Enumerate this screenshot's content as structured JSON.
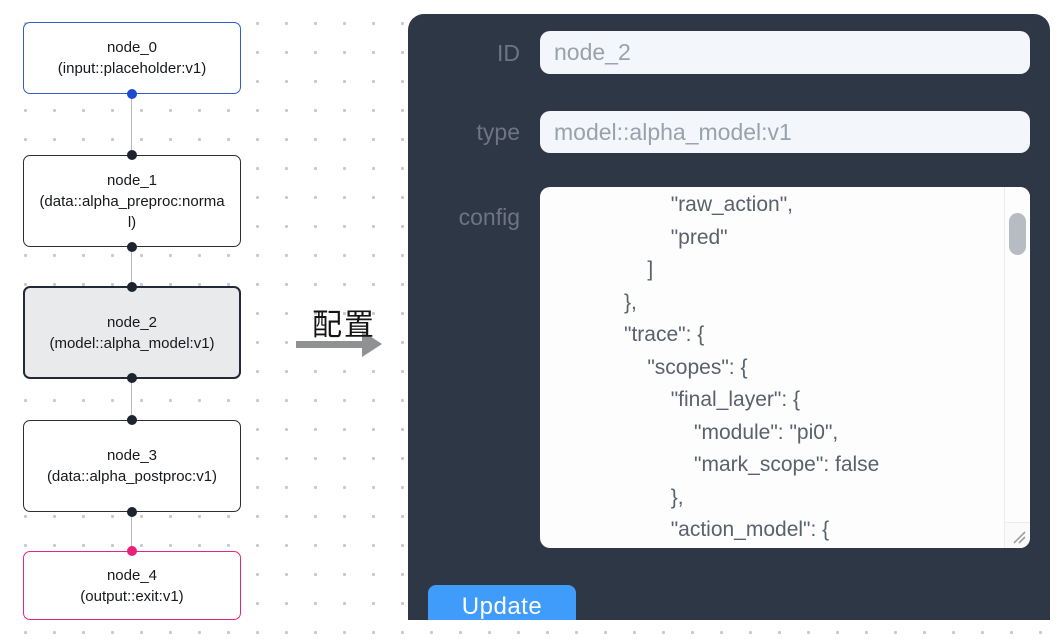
{
  "flow": {
    "nodes": [
      {
        "title": "node_0",
        "subtitle": "(input::placeholder:v1)"
      },
      {
        "title": "node_1",
        "subtitle": "(data::alpha_preproc:normal)"
      },
      {
        "title": "node_2",
        "subtitle": "(model::alpha_model:v1)"
      },
      {
        "title": "node_3",
        "subtitle": "(data::alpha_postproc:v1)"
      },
      {
        "title": "node_4",
        "subtitle": "(output::exit:v1)"
      }
    ]
  },
  "annotation": {
    "label": "配置"
  },
  "panel": {
    "id_label": "ID",
    "id_value": "node_2",
    "type_label": "type",
    "type_value": "model::alpha_model:v1",
    "config_label": "config",
    "config_value": "                    \"raw_action\",\n                    \"pred\"\n                ]\n            },\n            \"trace\": {\n                \"scopes\": {\n                    \"final_layer\": {\n                        \"module\": \"pi0\",\n                        \"mark_scope\": false\n                    },\n                    \"action_model\": {",
    "update_label": "Update"
  },
  "colors": {
    "panel_bg": "#2e3746",
    "button_blue": "#3f9cfa",
    "input_node_border": "#2e5fc8",
    "output_node_border": "#e8257c",
    "selected_node_bg": "#e9eaec",
    "field_bg": "#f3f6fa"
  }
}
